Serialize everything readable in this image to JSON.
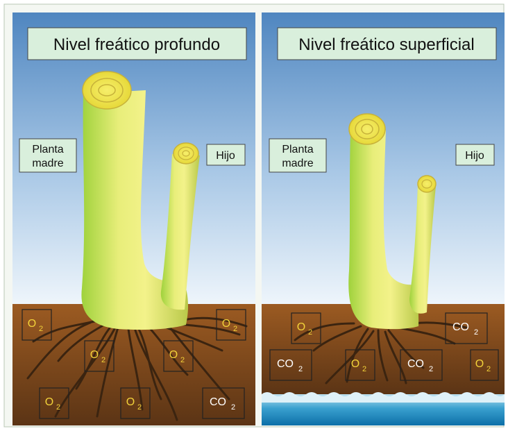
{
  "left_panel": {
    "title": "Nivel freático profundo",
    "mother_label": [
      "Planta",
      "madre"
    ],
    "child_label": "Hijo",
    "gas_boxes": [
      {
        "gas": "O",
        "sub": "2"
      },
      {
        "gas": "O",
        "sub": "2"
      },
      {
        "gas": "O",
        "sub": "2"
      },
      {
        "gas": "O",
        "sub": "2"
      },
      {
        "gas": "O",
        "sub": "2"
      },
      {
        "gas": "O",
        "sub": "2"
      },
      {
        "gas": "CO",
        "sub": "2"
      }
    ]
  },
  "right_panel": {
    "title": "Nivel freático superficial",
    "mother_label": [
      "Planta",
      "madre"
    ],
    "child_label": "Hijo",
    "gas_boxes": [
      {
        "gas": "O",
        "sub": "2"
      },
      {
        "gas": "CO",
        "sub": "2"
      },
      {
        "gas": "CO",
        "sub": "2"
      },
      {
        "gas": "O",
        "sub": "2"
      },
      {
        "gas": "CO",
        "sub": "2"
      },
      {
        "gas": "O",
        "sub": "2"
      }
    ]
  },
  "colors": {
    "sky_top": "#4f86c0",
    "sky_bottom": "#e9f2fa",
    "soil_top": "#9a5a22",
    "soil_bottom": "#5a3416",
    "label_box": "#d9efdc",
    "o2_text": "#f2d23a",
    "co2_text": "#ffffff",
    "water": "#1b7fb8"
  }
}
